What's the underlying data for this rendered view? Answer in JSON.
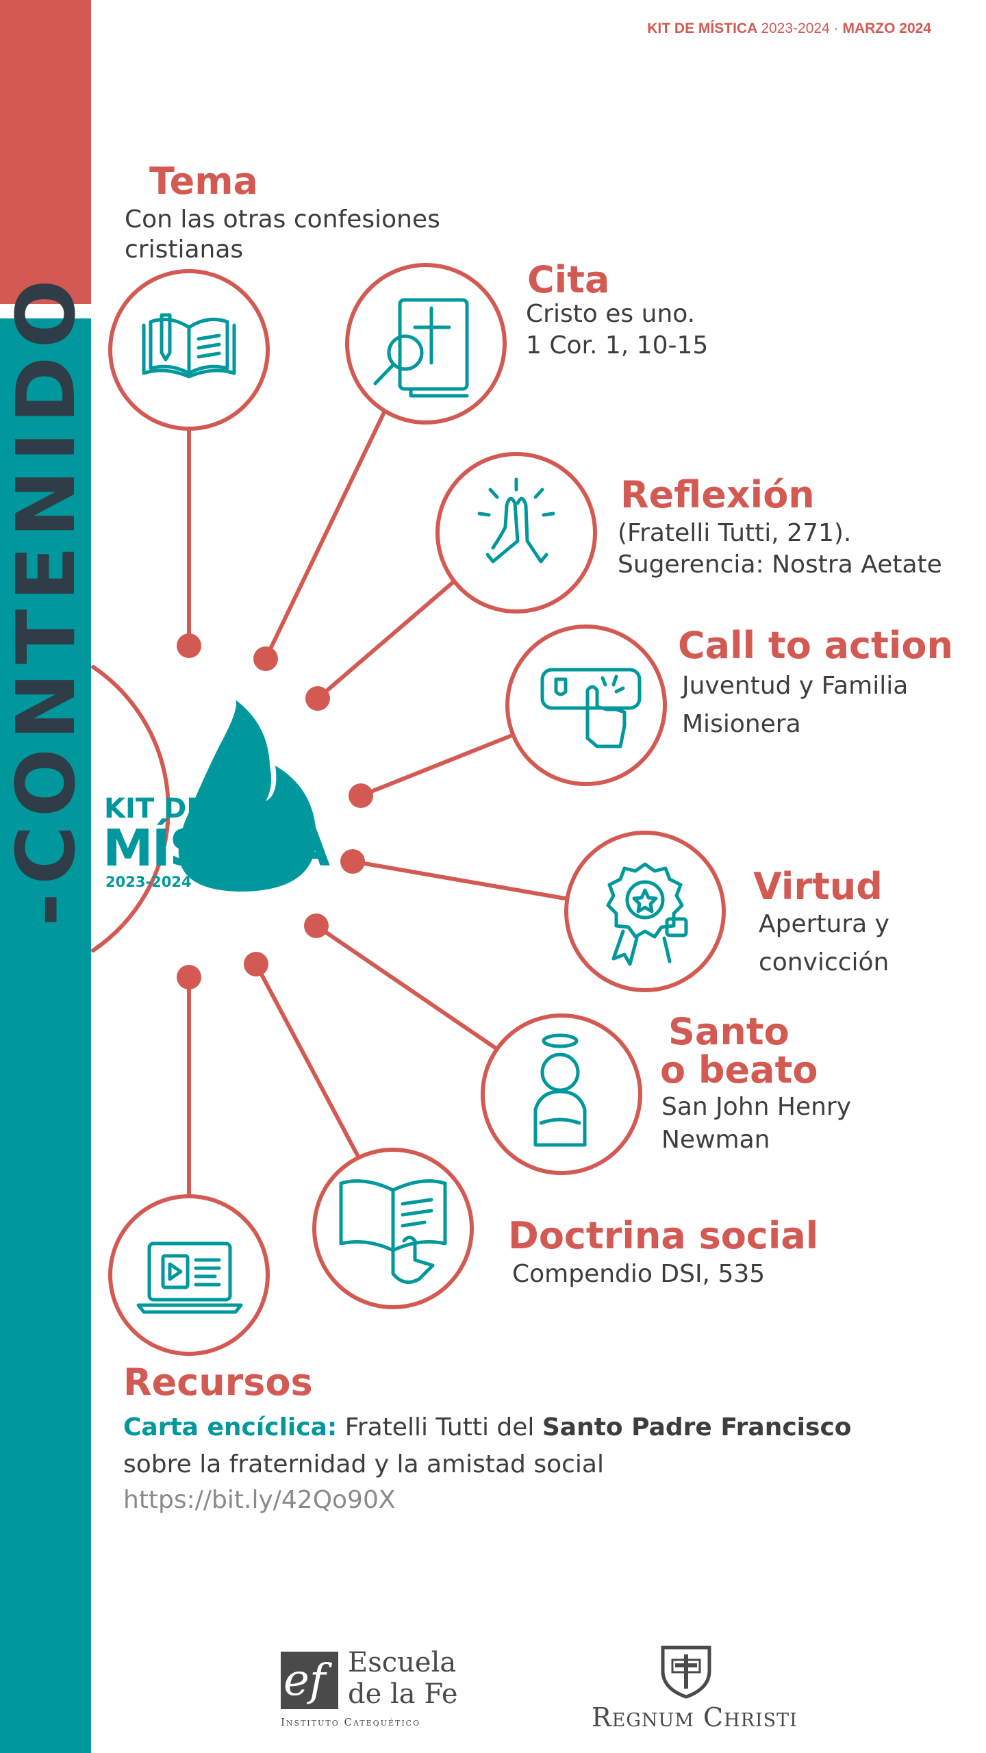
{
  "header": {
    "kit_label": "KIT DE MÍSTICA",
    "years": "2023-2024",
    "separator": "·",
    "month": "MARZO 2024"
  },
  "sidebar": {
    "label": "-CONTENIDO"
  },
  "center_logo": {
    "line1": "KIT DE",
    "line2": "MÍSTICA",
    "years": "2023-2024"
  },
  "sections": {
    "tema": {
      "title": "Tema",
      "lines": [
        "Con las otras confesiones",
        "cristianas"
      ]
    },
    "cita": {
      "title": "Cita",
      "lines": [
        "Cristo es uno.",
        "1 Cor. 1, 10-15"
      ]
    },
    "reflexion": {
      "title": "Reflexión",
      "lines": [
        " (Fratelli Tutti, 271).",
        "Sugerencia: Nostra Aetate"
      ]
    },
    "call_to_action": {
      "title": "Call to action",
      "lines": [
        "Juventud y Familia",
        "Misionera"
      ]
    },
    "virtud": {
      "title": "Virtud",
      "lines": [
        "Apertura y",
        "convicción"
      ]
    },
    "santo": {
      "title_lines": [
        "Santo",
        "o beato"
      ],
      "lines": [
        "San John Henry",
        "Newman"
      ]
    },
    "doctrina": {
      "title": "Doctrina social",
      "lines": [
        "Compendio DSI, 535"
      ]
    }
  },
  "resources": {
    "title": "Recursos",
    "label": "Carta encíclica:",
    "text1": " Fratelli Tutti del ",
    "bold": "Santo Padre Francisco",
    "text2": "sobre la fraternidad y la amistad social",
    "url": "https://bit.ly/42Qo90X"
  },
  "footer": {
    "ef_mark": "ef",
    "ef_line1": "Escuela",
    "ef_line2": "de la Fe",
    "ef_sub": "Instituto Catequético",
    "rc_name": "Regnum Christi"
  },
  "colors": {
    "accent_red": "#d35a52",
    "accent_teal": "#00989c",
    "text_dark": "#3d3d3d"
  }
}
